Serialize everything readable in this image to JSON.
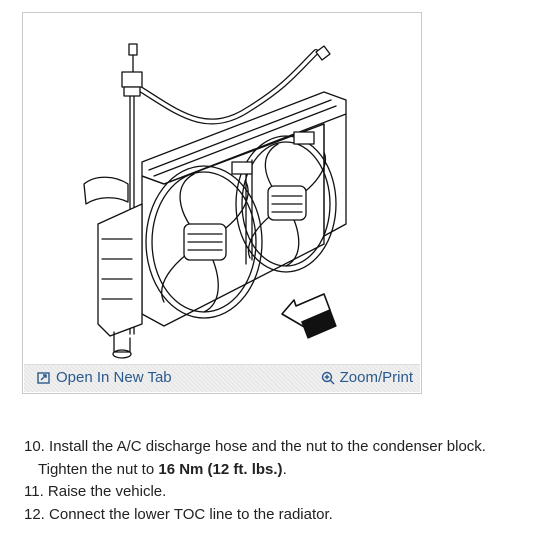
{
  "figure": {
    "open_tab_label": "Open In New Tab",
    "zoom_label": "Zoom/Print",
    "icons": {
      "open_tab": "open-external-icon",
      "zoom": "magnifier-icon"
    },
    "link_color": "#2a5a8c"
  },
  "steps": [
    {
      "number": "10.",
      "text": "Install the A/C discharge hose and the nut to the condenser block.",
      "detail_prefix": "Tighten the nut to ",
      "detail_bold": "16 Nm (12 ft. lbs.)",
      "detail_suffix": "."
    },
    {
      "number": "11.",
      "text": "Raise the vehicle."
    },
    {
      "number": "12.",
      "text": "Connect the lower TOC line to the radiator."
    }
  ]
}
